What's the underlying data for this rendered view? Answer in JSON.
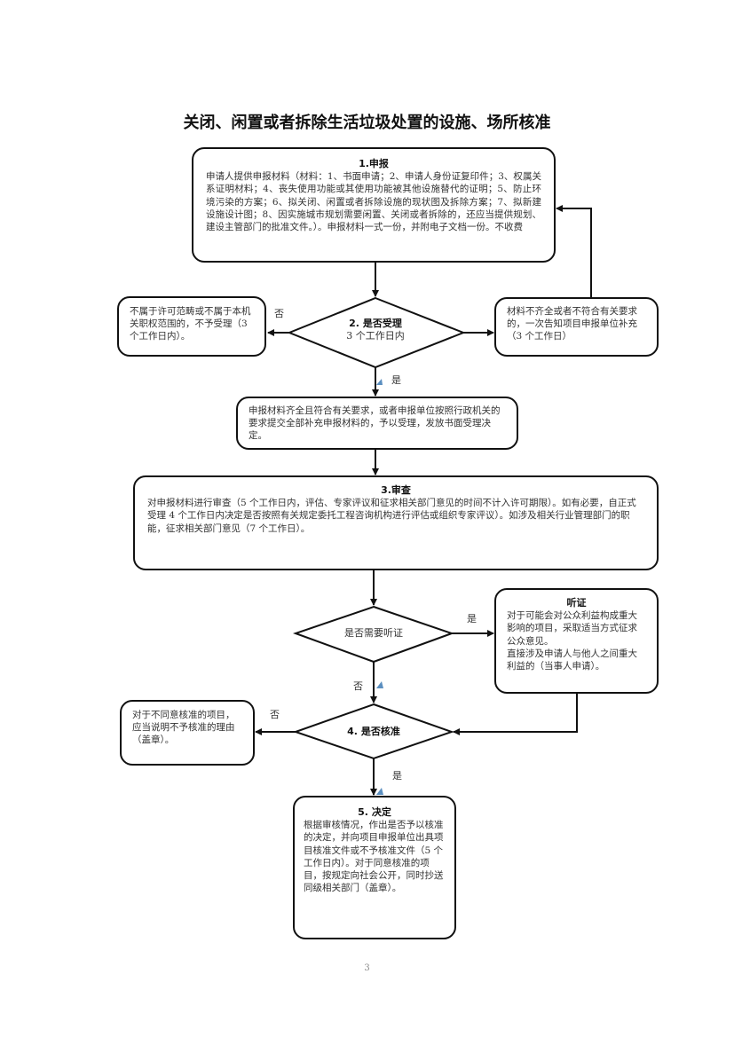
{
  "title": "关闭、闲置或者拆除生活垃圾处置的设施、场所核准",
  "steps": {
    "apply": {
      "heading": "1.申报",
      "body": "申请人提供申报材料（材料：1、书面申请；2、申请人身份证复印件；3、权属关系证明材料；4、丧失使用功能或其使用功能被其他设施替代的证明；5、防止环境污染的方案；6、拟关闭、闲置或者拆除设施的现状图及拆除方案；7、拟新建设施设计图；8、因实施城市规划需要闲置、关闭或者拆除的，还应当提供规划、建设主管部门的批准文件。）。申报材料一式一份，并附电子文档一份。不收费"
    },
    "accept_decision": {
      "heading": "2. 是否受理",
      "sub": "3 个工作日内"
    },
    "reject_scope": {
      "body": "不属于许可范畴或不属于本机关职权范围的，不予受理（3 个工作日内）。"
    },
    "supplement": {
      "body": "材料不齐全或者不符合有关要求的，一次告知项目申报单位补充（3 个工作日）"
    },
    "accepted": {
      "body": "申报材料齐全且符合有关要求，或者申报单位按照行政机关的要求提交全部补充申报材料的，予以受理，发放书面受理决定。"
    },
    "review": {
      "heading": "3.审查",
      "body": "对申报材料进行审查（5 个工作日内，评估、专家评议和征求相关部门意见的时间不计入许可期限）。如有必要，自正式受理 4 个工作日内决定是否按照有关规定委托工程咨询机构进行评估或组织专家评议）。如涉及相关行业管理部门的职能，征求相关部门意见（7 个工作日）。"
    },
    "hearing_decision": {
      "heading": "是否需要听证"
    },
    "hearing": {
      "heading": "听证",
      "body1": "对于可能会对公众利益构成重大影响的项目，采取适当方式征求公众意见。",
      "body2": "直接涉及申请人与他人之间重大利益的（当事人申请）。"
    },
    "approve_decision": {
      "heading": "4. 是否核准"
    },
    "disapprove": {
      "body": "对于不同意核准的项目，应当说明不予核准的理由（盖章）。"
    },
    "decision": {
      "heading": "5. 决定",
      "body": "根据审核情况，作出是否予以核准的决定，并向项目申报单位出具项目核准文件或不予核准文件（5 个工作日内）。对于同意核准的项目，按规定向社会公开，同时抄送同级相关部门（盖章）。"
    }
  },
  "edge_labels": {
    "no": "否",
    "yes": "是"
  },
  "page_number": "3"
}
